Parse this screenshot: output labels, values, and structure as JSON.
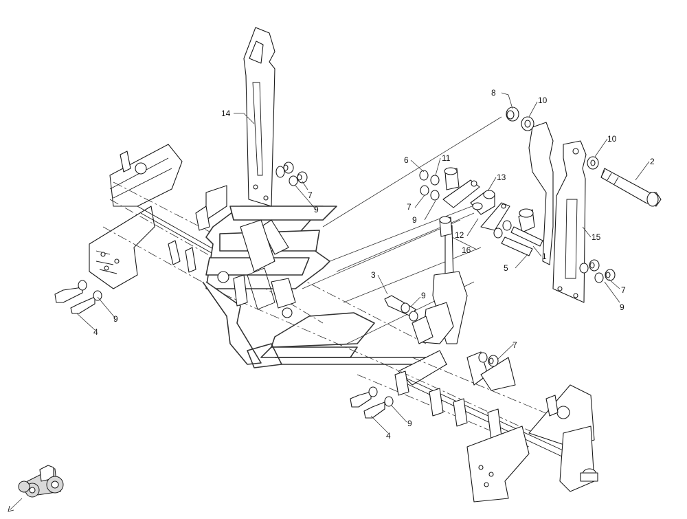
{
  "diagram": {
    "callouts": [
      {
        "id": "c14a",
        "label": "14"
      },
      {
        "id": "c8",
        "label": "8"
      },
      {
        "id": "c10a",
        "label": "10"
      },
      {
        "id": "c10b",
        "label": "10"
      },
      {
        "id": "c2",
        "label": "2"
      },
      {
        "id": "c6",
        "label": "6"
      },
      {
        "id": "c11",
        "label": "11"
      },
      {
        "id": "c13",
        "label": "13"
      },
      {
        "id": "c7a",
        "label": "7"
      },
      {
        "id": "c9a",
        "label": "9"
      },
      {
        "id": "c7b",
        "label": "7"
      },
      {
        "id": "c9b",
        "label": "9"
      },
      {
        "id": "c12",
        "label": "12"
      },
      {
        "id": "c16",
        "label": "16"
      },
      {
        "id": "c15",
        "label": "15"
      },
      {
        "id": "c5",
        "label": "5"
      },
      {
        "id": "c1",
        "label": "1"
      },
      {
        "id": "c3",
        "label": "3"
      },
      {
        "id": "c9c",
        "label": "9"
      },
      {
        "id": "c7c",
        "label": "7"
      },
      {
        "id": "c9d",
        "label": "9"
      },
      {
        "id": "c9e",
        "label": "9"
      },
      {
        "id": "c4a",
        "label": "4"
      },
      {
        "id": "c7d",
        "label": "7"
      },
      {
        "id": "c9f",
        "label": "9"
      },
      {
        "id": "c4b",
        "label": "4"
      }
    ],
    "icons": {
      "orientation": "tractor-icon",
      "direction": "arrow-icon"
    }
  }
}
